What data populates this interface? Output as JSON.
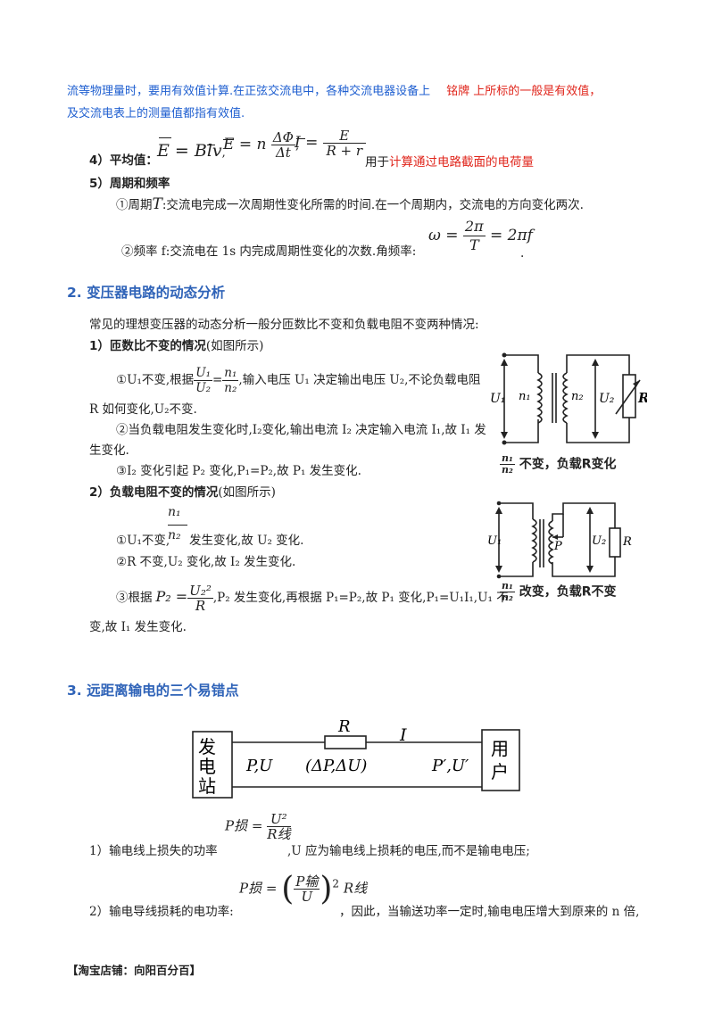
{
  "intro": {
    "line1_a": "流等物理量时，要用有效值计算.在正弦交流电中，各种交流电器设备上",
    "line1_red": "铭牌  上所标的一般是有效值，",
    "line2": "及交流电表上的测量值都指有效值."
  },
  "avg": {
    "label": "4）平均值：",
    "f1": "E = Blv",
    "f2_left": "E = n",
    "f2_num": "ΔΦ",
    "f2_den": "Δt",
    "f3_left": "I =",
    "f3_num": "E",
    "f3_den": "R + r",
    "note_a": "用于",
    "note_red": "计算通过电路截面的电荷量"
  },
  "period": {
    "label": "5）周期和频率",
    "t_a": "①周期",
    "t_sym": "T",
    "t_b": ":交流电完成一次周期性变化所需的时间.在一个周期内，交流电的方向变化两次.",
    "f_a": "②频率 f:交流电在 1s 内完成周期性变化的次数.角频率:",
    "f_formula_left": "ω =",
    "f_num": "2π",
    "f_den": "T",
    "f_formula_right": "= 2πf",
    "f_end": "."
  },
  "section2": {
    "title": "2.  变压器电路的动态分析",
    "intro": "常见的理想变压器的动态分析一般分匝数比不变和负载电阻不变两种情况:",
    "case1_title_b": "1）匝数比不变的情况",
    "case1_title_n": "(如图所示)",
    "c1_l1_a": "①U₁不变,根据",
    "c1_l1_u": "U₁",
    "c1_l1_ud": "U₂",
    "c1_l1_n": "n₁",
    "c1_l1_nd": "n₂",
    "c1_l1_b": ",输入电压 U₁ 决定输出电压 U₂,不论负载电阻",
    "c1_l2": "R 如何变化,U₂不变.",
    "c1_l3": "②当负载电阻发生变化时,I₂变化,输出电流 I₂ 决定输入电流 I₁,故 I₁ 发",
    "c1_l4": "生变化.",
    "c1_l5": "③I₂ 变化引起 P₂ 变化,P₁=P₂,故 P₁ 发生变化.",
    "case2_title_b": "2）负载电阻不变的情况",
    "case2_title_n": "(如图所示)",
    "c2_frac_num": "n₁",
    "c2_frac_den": "n₂",
    "c2_l1": "①U₁不变,",
    "c2_l1_b": "发生变化,故 U₂ 变化.",
    "c2_l2": "②R 不变,U₂ 变化,故 I₂ 发生变化.",
    "c2_l3_a": "③根据",
    "c2_l3_p": "P₂ =",
    "c2_l3_num": "U₂²",
    "c2_l3_den": "R",
    "c2_l3_b": ",P₂ 发生变化,再根据 P₁=P₂,故 P₁ 变化,P₁=U₁I₁,U₁ 不",
    "c2_l4": "变,故 I₁ 发生变化.",
    "fig1_caption_num": "n₁",
    "fig1_caption_den": "n₂",
    "fig1_caption": "不变，负载R变化",
    "fig1_labels": {
      "u1": "U₁",
      "n1": "n₁",
      "n2": "n₂",
      "u2": "U₂",
      "r": "R"
    },
    "fig2_caption_num": "n₁",
    "fig2_caption_den": "n₂",
    "fig2_caption": "改变，负载R不变",
    "fig2_labels": {
      "u1": "U₁",
      "p": "P",
      "u2": "U₂",
      "r": "R"
    }
  },
  "section3": {
    "title": "3.  远距离输电的三个易错点",
    "diagram": {
      "station": [
        "发",
        "电",
        "站"
      ],
      "user": [
        "用",
        "户"
      ],
      "r": "R",
      "i": "I",
      "left": "P,U",
      "mid": "(ΔP,ΔU)",
      "right": "P′,U′"
    },
    "p1_a": "1）输电线上损失的功率",
    "p1_formula": "P损 =",
    "p1_num": "U²",
    "p1_den": "R线",
    "p1_b": ",U 应为输电线上损耗的电压,而不是输电电压;",
    "p2_a": "2）输电导线损耗的电功率:",
    "p2_formula": "P损 =",
    "p2_num": "P输",
    "p2_den": "U",
    "p2_tail": "R线",
    "p2_b": "，因此，当输送功率一定时,输电电压增大到原来的 n 倍,"
  },
  "footer": "【淘宝店铺：向阳百分百】"
}
